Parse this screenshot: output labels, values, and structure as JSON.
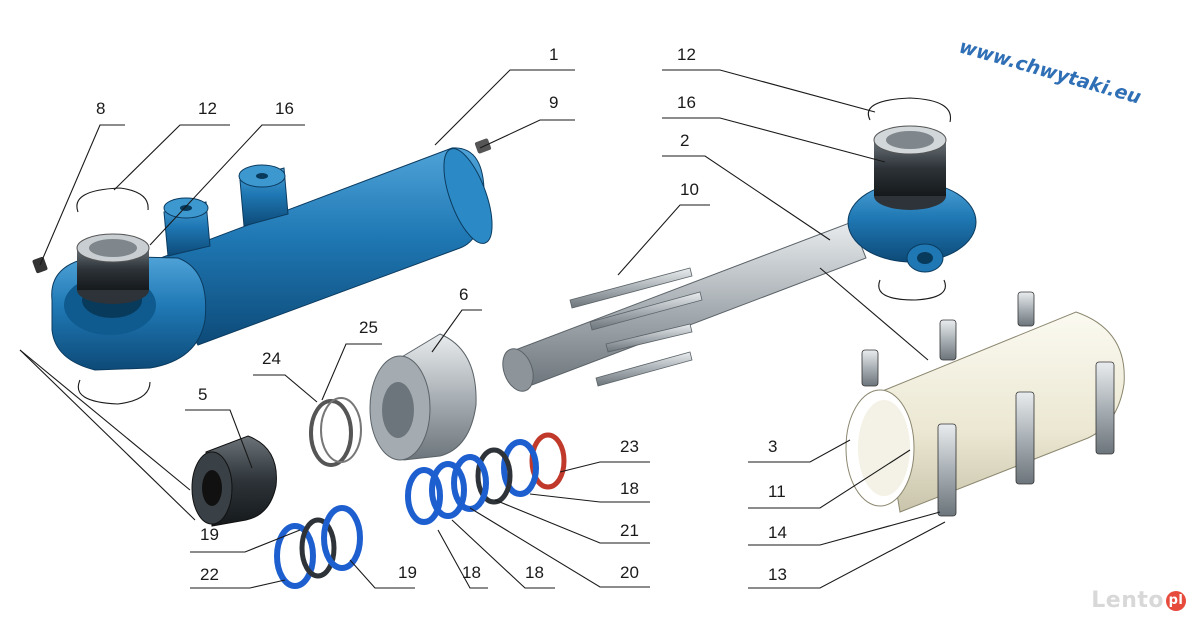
{
  "watermark_url": "www.chwytaki.eu",
  "brand": {
    "name": "Lento",
    "badge": "pl"
  },
  "callouts": {
    "c1": "1",
    "c2": "2",
    "c3": "3",
    "c5": "5",
    "c6": "6",
    "c8": "8",
    "c9": "9",
    "c10": "10",
    "c11": "11",
    "c12a": "12",
    "c12b": "12",
    "c13": "13",
    "c14": "14",
    "c16a": "16",
    "c16b": "16",
    "c18a": "18",
    "c18b": "18",
    "c18c": "18",
    "c19a": "19",
    "c19b": "19",
    "c20": "20",
    "c21": "21",
    "c22": "22",
    "c23": "23",
    "c24": "24",
    "c25": "25"
  },
  "colors": {
    "cylinder_blue": "#1f78b4",
    "steel_grey": "#9aa2a8",
    "dark_rubber": "#2d3338",
    "seal_blue": "#1e5fd0",
    "seal_red": "#c0392b",
    "sleeve_cream": "#f1eedd"
  }
}
